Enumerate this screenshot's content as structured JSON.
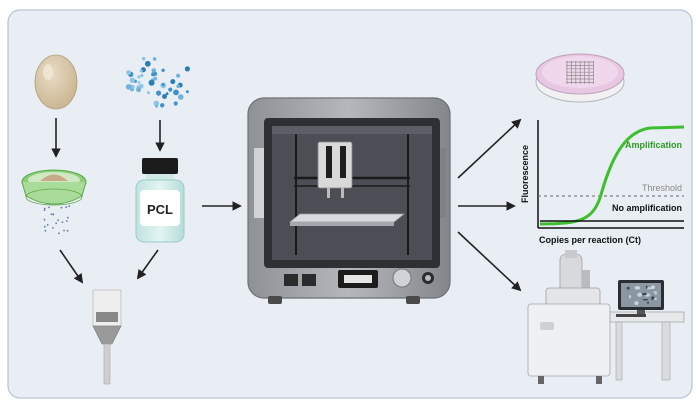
{
  "colors": {
    "panel_bg": "#e9eef5",
    "panel_border": "#b7c3d3",
    "amplification_green": "#3fbf2f",
    "threshold_gray": "#888888",
    "dish_pink": "#e8c7e2",
    "pcl_label_blue": "#3f93c8"
  },
  "icons": {
    "egg": "egg-icon",
    "particles": "particle-cloud-icon",
    "sieve": "sieve-icon",
    "pcl_bottle": "bottle-icon",
    "syringe": "syringe-icon",
    "printer": "3d-printer-icon",
    "petri_dish": "petri-dish-icon",
    "microscope": "electron-microscope-icon"
  },
  "labels": {
    "pcl": "PCL"
  },
  "chart_data": {
    "type": "line",
    "xlabel": "Copies per reaction (Ct)",
    "ylabel": "Fluorescence",
    "grid": false,
    "threshold_label": "Threshold",
    "series": [
      {
        "name": "Amplification"
      },
      {
        "name": "No amplification"
      }
    ]
  }
}
